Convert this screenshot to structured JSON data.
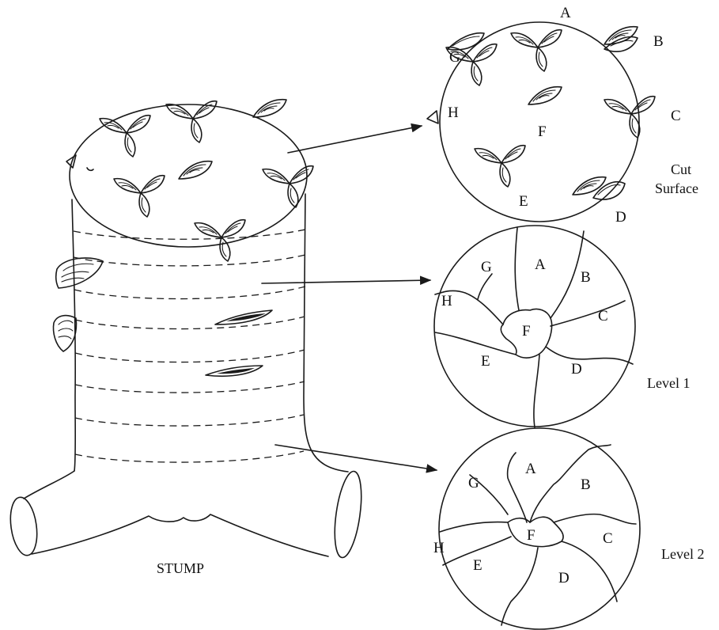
{
  "stump_label": "STUMP",
  "cut_surface_caption": [
    "Cut",
    "Surface"
  ],
  "level1_caption": "Level 1",
  "level2_caption": "Level 2",
  "cut_surface_labels": [
    "A",
    "B",
    "C",
    "D",
    "E",
    "F",
    "G",
    "H"
  ],
  "level1_labels": [
    "A",
    "B",
    "C",
    "D",
    "E",
    "F",
    "G",
    "H"
  ],
  "level2_labels": [
    "A",
    "B",
    "C",
    "D",
    "E",
    "F",
    "G",
    "H"
  ]
}
